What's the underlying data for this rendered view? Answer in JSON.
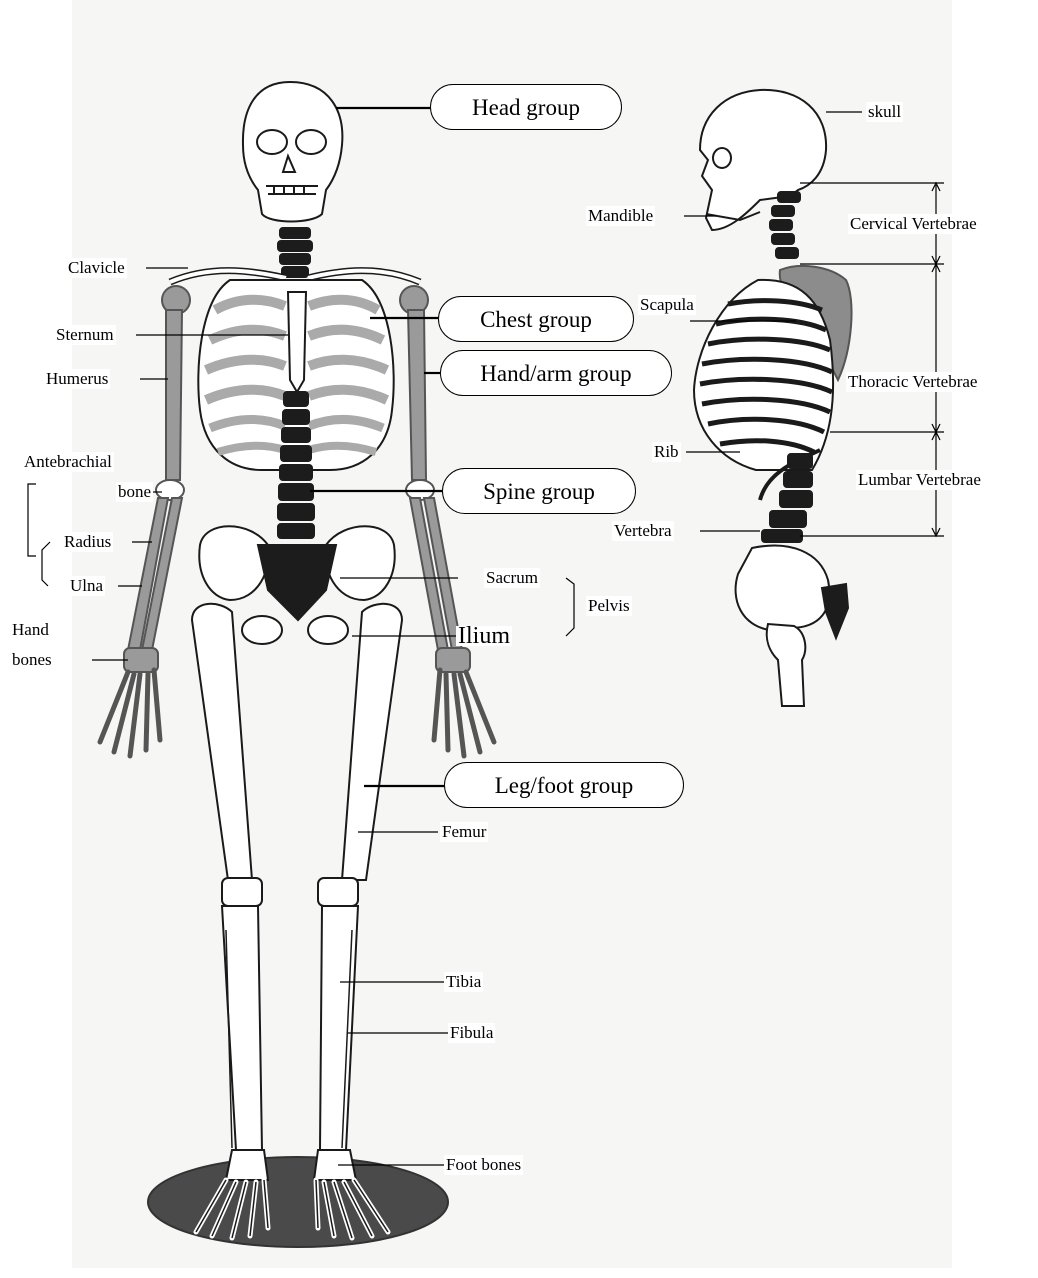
{
  "group_labels": {
    "head": "Head group",
    "chest": "Chest group",
    "hand_arm": "Hand/arm group",
    "spine": "Spine group",
    "leg_foot": "Leg/foot group"
  },
  "front_labels": {
    "clavicle": "Clavicle",
    "sternum": "Sternum",
    "humerus": "Humerus",
    "antebrachial_1": "Antebrachial",
    "antebrachial_2": "bone",
    "radius": "Radius",
    "ulna": "Ulna",
    "hand_bones_1": "Hand",
    "hand_bones_2": "bones",
    "sacrum": "Sacrum",
    "ilium": "Ilium",
    "pelvis": "Pelvis",
    "femur": "Femur",
    "tibia": "Tibia",
    "fibula": "Fibula",
    "foot_bones": "Foot bones"
  },
  "side_labels": {
    "skull": "skull",
    "mandible": "Mandible",
    "scapula": "Scapula",
    "rib": "Rib",
    "vertebra": "Vertebra",
    "cervical": "Cervical Vertebrae",
    "thoracic": "Thoracic Vertebrae",
    "lumbar": "Lumbar Vertebrae"
  },
  "colors": {
    "bone_outline": "#1a1a1a",
    "spine_dark": "#1c1c1c",
    "arm_gray": "#9a9a9a",
    "scapula_gray": "#8c8c8c",
    "floor_disc": "#4a4a4a"
  }
}
